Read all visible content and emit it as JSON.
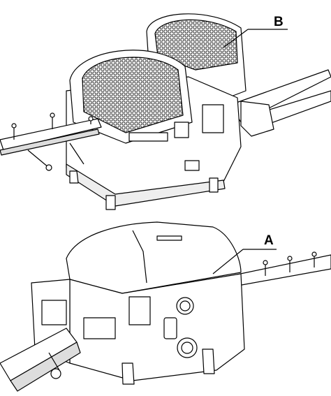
{
  "figure": {
    "callouts": [
      {
        "id": "B",
        "text": "B"
      },
      {
        "id": "A",
        "text": "A"
      }
    ],
    "colors": {
      "line": "#000000",
      "fill": "#ffffff",
      "shade": "#d9d9d9"
    }
  }
}
